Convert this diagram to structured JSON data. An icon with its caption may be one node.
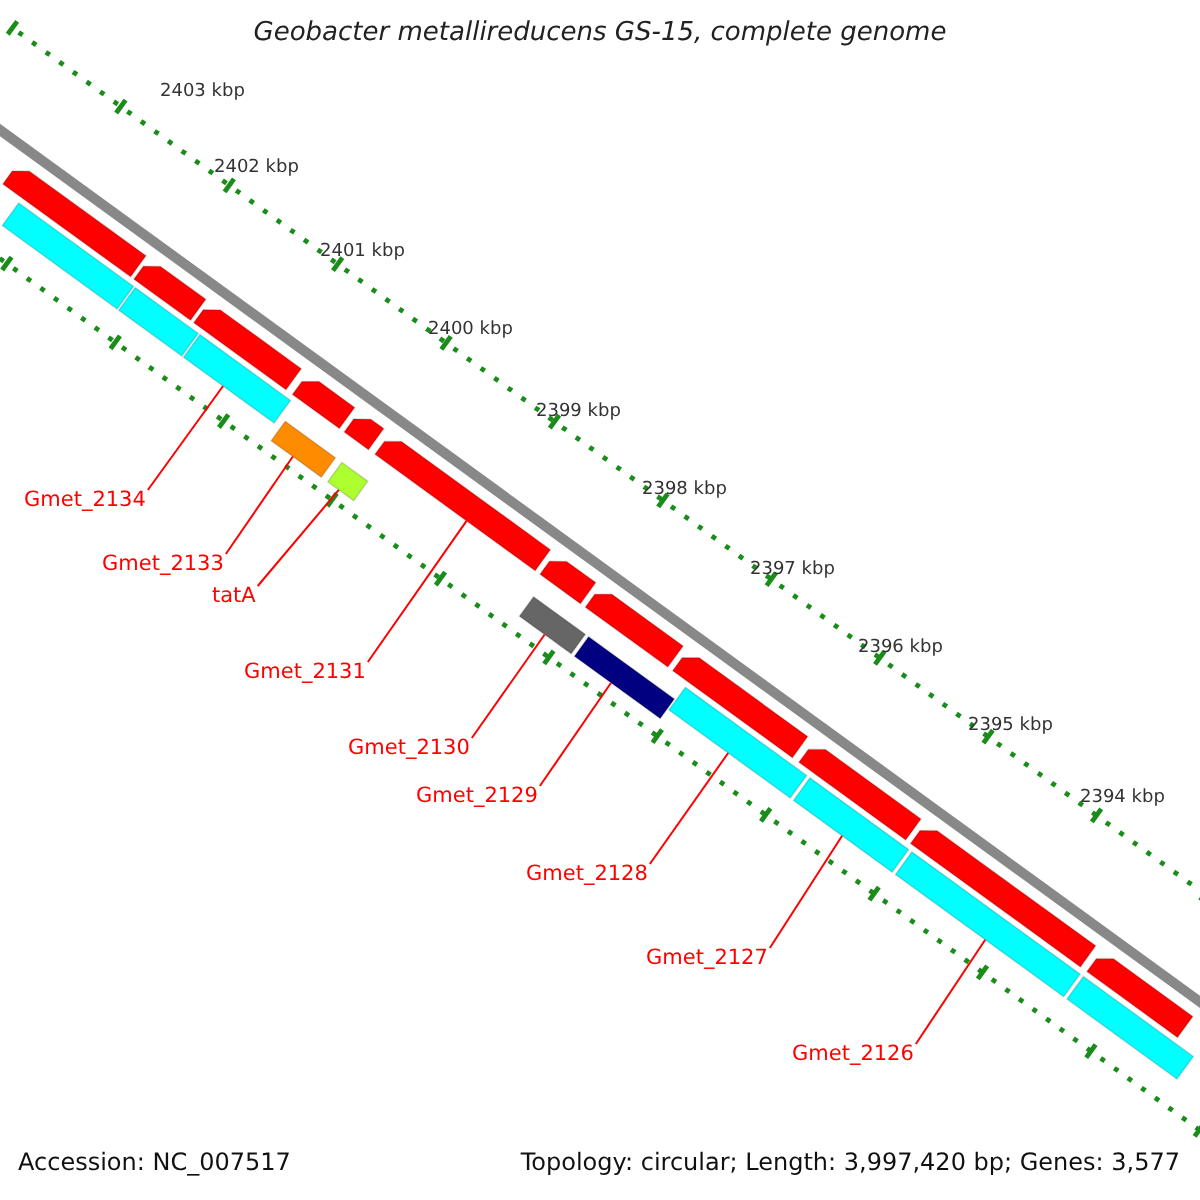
{
  "diagram": {
    "title": "Geobacter metallireducens GS-15, complete genome",
    "nodes": [
      {
        "text": [
          "Gmet_2134"
        ]
      },
      {
        "text": [
          "Gmet_2133"
        ]
      },
      {
        "text": [
          "tatA"
        ]
      },
      {
        "text": [
          "Gmet_2131"
        ]
      },
      {
        "text": [
          "Gmet_2130"
        ]
      },
      {
        "text": [
          "Gmet_2129"
        ]
      },
      {
        "text": [
          "Gmet_2128"
        ]
      },
      {
        "text": [
          "Gmet_2127"
        ]
      },
      {
        "text": [
          "Gmet_2126"
        ]
      },
      {
        "text": [],
        "shape": "pentagon"
      },
      {
        "text": [],
        "shape": "pentagon"
      },
      {
        "text": [],
        "shape": "pentagon"
      },
      {
        "text": [],
        "shape": "pentagon"
      },
      {
        "text": [],
        "shape": "pentagon"
      },
      {
        "text": [],
        "shape": "pentagon"
      },
      {
        "text": [],
        "shape": "pentagon"
      },
      {
        "text": [],
        "shape": "pentagon"
      },
      {
        "text": [],
        "shape": "pentagon"
      },
      {
        "text": [],
        "shape": "pentagon"
      },
      {
        "text": [],
        "shape": "pentagon"
      },
      {
        "text": [],
        "shape": "pentagon"
      },
      {
        "text": [],
        "shape": "bar"
      },
      {
        "text": [],
        "shape": "bar"
      },
      {
        "text": [],
        "shape": "bar"
      },
      {
        "text": [],
        "shape": "bar"
      },
      {
        "text": [],
        "shape": "bar"
      },
      {
        "text": [],
        "shape": "bar"
      },
      {
        "text": [],
        "shape": "bar"
      },
      {
        "text": [],
        "shape": "bar"
      },
      {
        "text": [],
        "shape": "bar"
      },
      {
        "text": [],
        "shape": "bar"
      },
      {
        "text": [],
        "shape": "bar"
      }
    ],
    "edges": [
      {
        "from": 0,
        "to": 23,
        "arrow": "none"
      },
      {
        "from": 1,
        "to": 24,
        "arrow": "none"
      },
      {
        "from": 2,
        "to": 25,
        "arrow": "none"
      },
      {
        "from": 3,
        "to": 14,
        "arrow": "none"
      },
      {
        "from": 4,
        "to": 26,
        "arrow": "none"
      },
      {
        "from": 5,
        "to": 27,
        "arrow": "none"
      },
      {
        "from": 6,
        "to": 28,
        "arrow": "none"
      },
      {
        "from": 7,
        "to": 29,
        "arrow": "none"
      },
      {
        "from": 8,
        "to": 30,
        "arrow": "none"
      }
    ],
    "labels": [
      "2403 kbp",
      "2402 kbp",
      "2401 kbp",
      "2400 kbp",
      "2399 kbp",
      "2398 kbp",
      "2397 kbp",
      "2396 kbp",
      "2395 kbp",
      "2394 kbp",
      "Accession: NC_007517",
      "Topology: circular; Length: 3,997,420 bp; Genes: 3,577"
    ]
  }
}
